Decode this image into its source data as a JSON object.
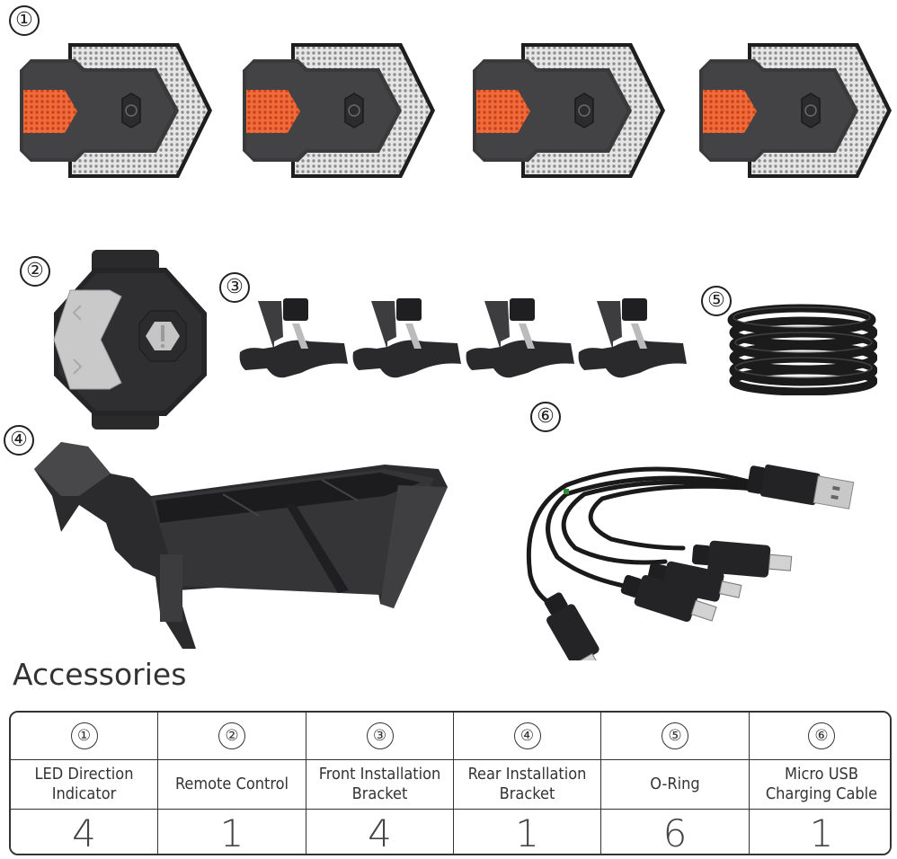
{
  "product_image": {
    "labels": [
      "1",
      "2",
      "3",
      "4",
      "5",
      "6"
    ],
    "label_glyphs": [
      "①",
      "②",
      "③",
      "④",
      "⑤",
      "⑥"
    ],
    "colors": {
      "housing": "#3a3a3c",
      "amber_lens": "#e8552a",
      "reflector": "#d9d9d9",
      "remote_button": "#c8c8c8",
      "cable_marker": "#2e8b3a"
    },
    "items": [
      {
        "id": 1,
        "depiction": "led-direction-indicator",
        "count_shown": 4
      },
      {
        "id": 2,
        "depiction": "remote-control",
        "count_shown": 1
      },
      {
        "id": 3,
        "depiction": "front-installation-bracket",
        "count_shown": 4
      },
      {
        "id": 4,
        "depiction": "rear-installation-bracket",
        "count_shown": 1
      },
      {
        "id": 5,
        "depiction": "o-ring",
        "count_shown": 1
      },
      {
        "id": 6,
        "depiction": "micro-usb-charging-cable",
        "count_shown": 1
      }
    ]
  },
  "accessories": {
    "title": "Accessories",
    "table": {
      "columns": [
        {
          "number": "①",
          "name": "LED  Direction\nIndicator",
          "quantity": "4"
        },
        {
          "number": "②",
          "name": "Remote Control",
          "quantity": "1"
        },
        {
          "number": "③",
          "name": "Front Installation\nBracket",
          "quantity": "4"
        },
        {
          "number": "④",
          "name": "Rear Installation\nBracket",
          "quantity": "1"
        },
        {
          "number": "⑤",
          "name": "O-Ring",
          "quantity": "6"
        },
        {
          "number": "⑥",
          "name": "Micro USB\nCharging Cable",
          "quantity": "1"
        }
      ]
    }
  }
}
